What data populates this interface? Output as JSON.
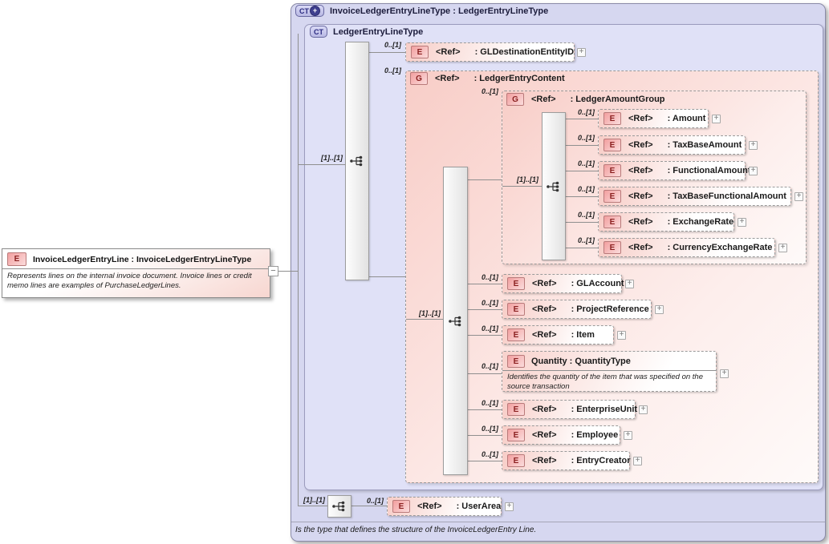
{
  "source_element": {
    "badge": "E",
    "title": "InvoiceLedgerEntryLine : InvoiceLedgerEntryLineType",
    "description": "Represents lines on the internal invoice document. Invoice lines or credit memo lines are examples of PurchaseLedgerLines."
  },
  "outer_type": {
    "badge": "CT",
    "title": "InvoiceLedgerEntryLineType : LedgerEntryLineType",
    "footer_note": "Is the type that defines the structure of the InvoiceLedgerEntry Line."
  },
  "base_type": {
    "badge": "CT",
    "title": "LedgerEntryLineType"
  },
  "cardinalities": {
    "optional": "0..[1]",
    "required": "[1]..[1]"
  },
  "icons": {
    "expand": "+",
    "collapse": "−"
  },
  "groups": {
    "ledger_entry_content": {
      "badge": "G",
      "ref": "<Ref>",
      "name": ": LedgerEntryContent"
    },
    "ledger_amount_group": {
      "badge": "G",
      "ref": "<Ref>",
      "name": ": LedgerAmountGroup"
    }
  },
  "elements": {
    "gl_destination_entity_id": {
      "badge": "E",
      "ref": "<Ref>",
      "name": ": GLDestinationEntityID"
    },
    "amount_group_rows": [
      {
        "badge": "E",
        "ref": "<Ref>",
        "name": ": Amount"
      },
      {
        "badge": "E",
        "ref": "<Ref>",
        "name": ": TaxBaseAmount"
      },
      {
        "badge": "E",
        "ref": "<Ref>",
        "name": ": FunctionalAmount"
      },
      {
        "badge": "E",
        "ref": "<Ref>",
        "name": ": TaxBaseFunctionalAmount"
      },
      {
        "badge": "E",
        "ref": "<Ref>",
        "name": ": ExchangeRate"
      },
      {
        "badge": "E",
        "ref": "<Ref>",
        "name": ": CurrencyExchangeRate"
      }
    ],
    "content_rows_top": [
      {
        "badge": "E",
        "ref": "<Ref>",
        "name": ": GLAccount"
      },
      {
        "badge": "E",
        "ref": "<Ref>",
        "name": ": ProjectReference"
      },
      {
        "badge": "E",
        "ref": "<Ref>",
        "name": ": Item"
      }
    ],
    "quantity": {
      "badge": "E",
      "title": "Quantity : QuantityType",
      "description": "Identifies the quantity of the item that was specified on the source transaction"
    },
    "content_rows_bottom": [
      {
        "badge": "E",
        "ref": "<Ref>",
        "name": ": EnterpriseUnit"
      },
      {
        "badge": "E",
        "ref": "<Ref>",
        "name": ": Employee"
      },
      {
        "badge": "E",
        "ref": "<Ref>",
        "name": ": EntryCreator"
      }
    ],
    "user_area": {
      "badge": "E",
      "ref": "<Ref>",
      "name": ": UserArea"
    }
  }
}
